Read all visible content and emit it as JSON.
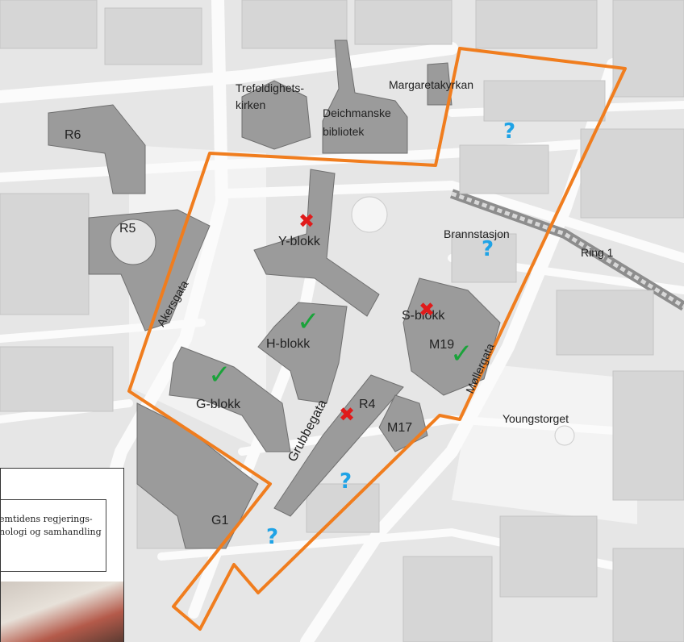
{
  "map": {
    "buildings": {
      "r6": "R6",
      "r5": "R5",
      "y_blokk": "Y-blokk",
      "h_blokk": "H-blokk",
      "g_blokk": "G-blokk",
      "r4": "R4",
      "m17": "M17",
      "m19": "M19",
      "s_blokk": "S-blokk",
      "g1": "G1"
    },
    "landmarks": {
      "trefoldighets_line1": "Trefoldighets-",
      "trefoldighets_line2": "kirken",
      "margaretakyrkan": "Margaretakyrkan",
      "deichmanske_line1": "Deichmanske",
      "deichmanske_line2": "bibliotek",
      "brannstasjon": "Brannstasjon",
      "ring1": "Ring 1",
      "youngstorget": "Youngstorget"
    },
    "streets": {
      "akersgata": "Akersgata",
      "grubbegata": "Grubbegata",
      "mollergata": "Møllergata"
    },
    "markers": {
      "question": "?",
      "cross": "✖",
      "check": "✓"
    },
    "colors": {
      "boundary": "#f07d1e",
      "building": "#9b9b9b",
      "question": "#1fa3e6",
      "cross": "#e01b1b",
      "check": "#1aa33a"
    }
  },
  "document_excerpt": {
    "line1": "emtidens regjerings-",
    "line2": "nologi og samhandling"
  }
}
